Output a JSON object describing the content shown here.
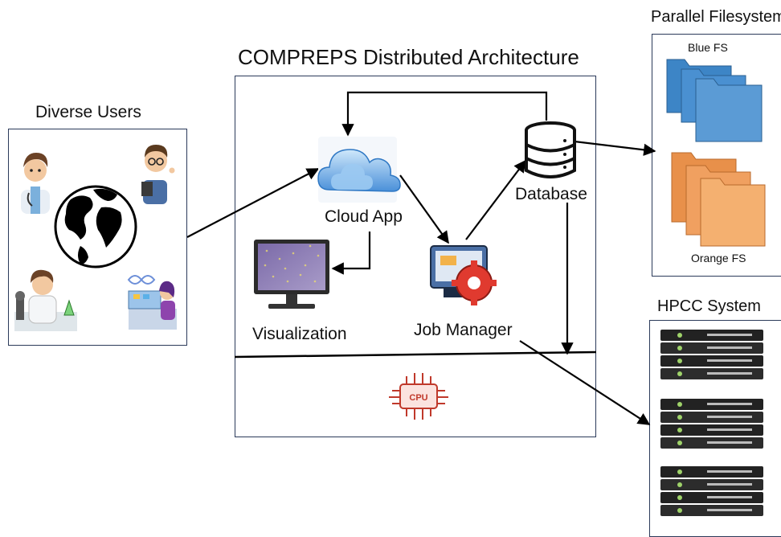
{
  "diagram": {
    "title": "COMPREPS Distributed Architecture",
    "users": {
      "label": "Diverse Users"
    },
    "cloud_app": {
      "label": "Cloud App"
    },
    "database": {
      "label": "Database"
    },
    "job_manager": {
      "label": "Job Manager"
    },
    "visualization": {
      "label": "Visualization"
    },
    "cpu": {
      "text": "CPU"
    },
    "filesystem": {
      "title": "Parallel Filesystem",
      "blue_label": "Blue FS",
      "orange_label": "Orange FS"
    },
    "hpcc": {
      "title": "HPCC System"
    }
  },
  "colors": {
    "border": "#2b3a5a",
    "blue_folder": "#3d85c6",
    "orange_folder": "#f0a060",
    "cpu_red": "#c0392b",
    "gear_red": "#e03a2f"
  }
}
